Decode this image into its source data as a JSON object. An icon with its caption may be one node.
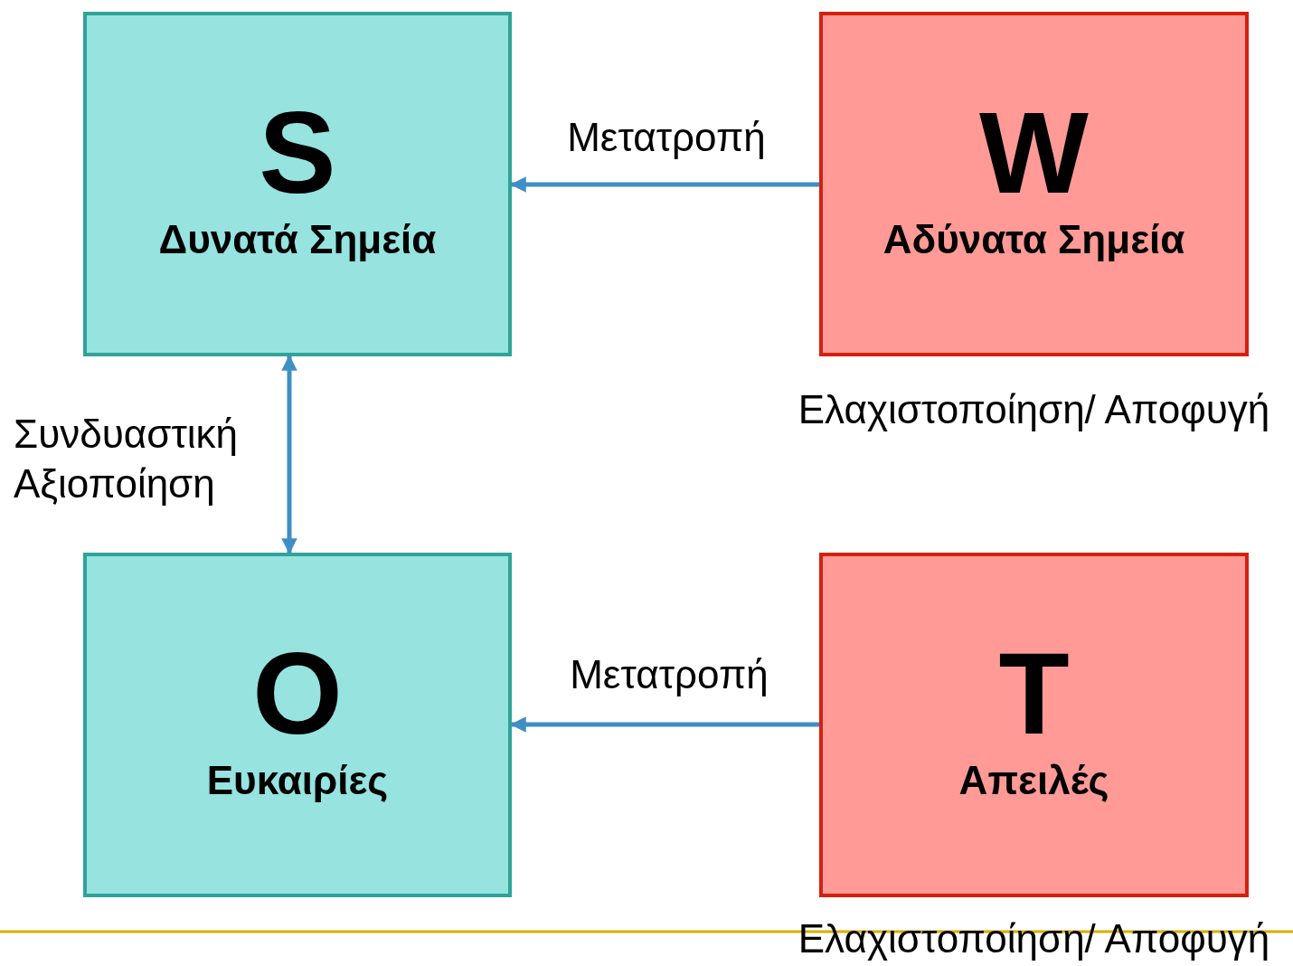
{
  "diagram": {
    "nodes": [
      {
        "text": [
          "S",
          "Δυνατά Σημεία"
        ]
      },
      {
        "text": [
          "W",
          "Αδύνατα Σημεία"
        ],
        "beside": [
          "Ελαχιστοποίηση/ Αποφυγή"
        ]
      },
      {
        "text": [
          "O",
          "Ευκαιρίες"
        ]
      },
      {
        "text": [
          "T",
          "Απειλές"
        ],
        "beside": [
          "Ελαχιστοποίηση/ Αποφυγή"
        ]
      }
    ],
    "edges": [
      {
        "from": 1,
        "to": 0,
        "arrow": "to",
        "label": "Μετατροπή"
      },
      {
        "from": 0,
        "to": 2,
        "arrow": "both",
        "label": "Συνδυαστική Αξιοποίηση"
      },
      {
        "from": 3,
        "to": 2,
        "arrow": "to",
        "label": "Μετατροπή"
      }
    ]
  }
}
